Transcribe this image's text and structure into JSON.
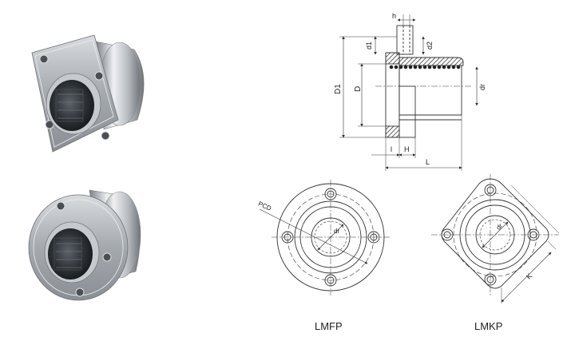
{
  "dimensions": {
    "h": "h",
    "d1": "d1",
    "d2": "d2",
    "D1": "D1",
    "D": "D",
    "dr": "dr",
    "l": "l",
    "H": "H",
    "L": "L",
    "PCD": "PCD",
    "dr_front1": "dr",
    "dr_front2": "dr",
    "K": "K"
  },
  "captions": {
    "round_flange": "LMFP",
    "square_flange": "LMKP"
  },
  "colors": {
    "line": "#333333",
    "metal_light": "#e6e8ea",
    "metal_mid": "#a9adb2",
    "metal_dark": "#4b4f55"
  }
}
